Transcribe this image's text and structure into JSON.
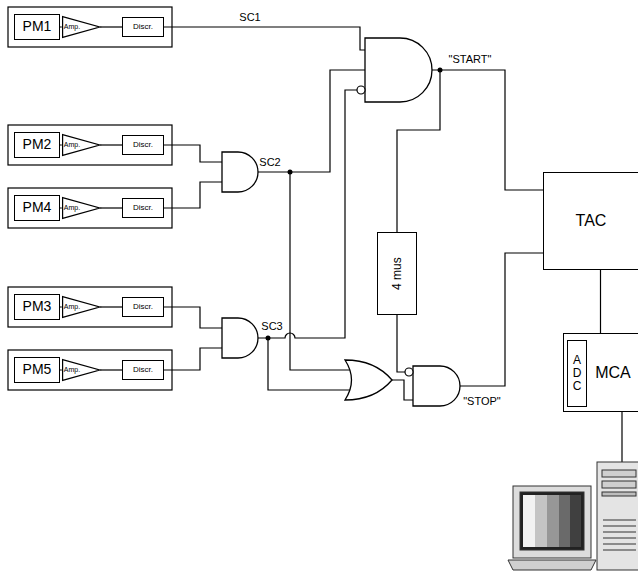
{
  "diagram": {
    "nodes": [
      {
        "text": [
          "PM1"
        ]
      },
      {
        "text": [
          "Amp."
        ]
      },
      {
        "text": [
          "Discr."
        ]
      },
      {
        "text": [
          "PM2"
        ]
      },
      {
        "text": [
          "Amp."
        ]
      },
      {
        "text": [
          "Discr."
        ]
      },
      {
        "text": [
          "PM4"
        ]
      },
      {
        "text": [
          "Amp."
        ]
      },
      {
        "text": [
          "Discr."
        ]
      },
      {
        "text": [
          "TAC"
        ]
      },
      {
        "text": [
          "4 mus"
        ]
      },
      {
        "text": [
          "PM3"
        ]
      },
      {
        "text": [
          "Amp."
        ]
      },
      {
        "text": [
          "Discr."
        ]
      },
      {
        "text": [
          "PM5"
        ]
      },
      {
        "text": [
          "Amp."
        ]
      },
      {
        "text": [
          "Discr."
        ]
      },
      {
        "text": [
          "MCA"
        ]
      },
      {
        "text": [
          "ADC"
        ],
        "in": 17
      }
    ],
    "edges": [
      {
        "from": 0,
        "to": 1,
        "arrow": "none"
      },
      {
        "from": 1,
        "to": 2,
        "arrow": "none"
      },
      {
        "from": 3,
        "to": 4,
        "arrow": "none"
      },
      {
        "from": 4,
        "to": 5,
        "arrow": "none"
      },
      {
        "from": 6,
        "to": 7,
        "arrow": "none"
      },
      {
        "from": 7,
        "to": 8,
        "arrow": "none"
      },
      {
        "from": 11,
        "to": 12,
        "arrow": "none"
      },
      {
        "from": 12,
        "to": 13,
        "arrow": "none"
      },
      {
        "from": 14,
        "to": 15,
        "arrow": "none"
      },
      {
        "from": 15,
        "to": 16,
        "arrow": "none"
      },
      {
        "from": 9,
        "to": 17,
        "arrow": "none"
      }
    ],
    "labels": [
      "SC1",
      "SC2",
      "SC3",
      "\"START\"",
      "\"STOP\""
    ]
  }
}
